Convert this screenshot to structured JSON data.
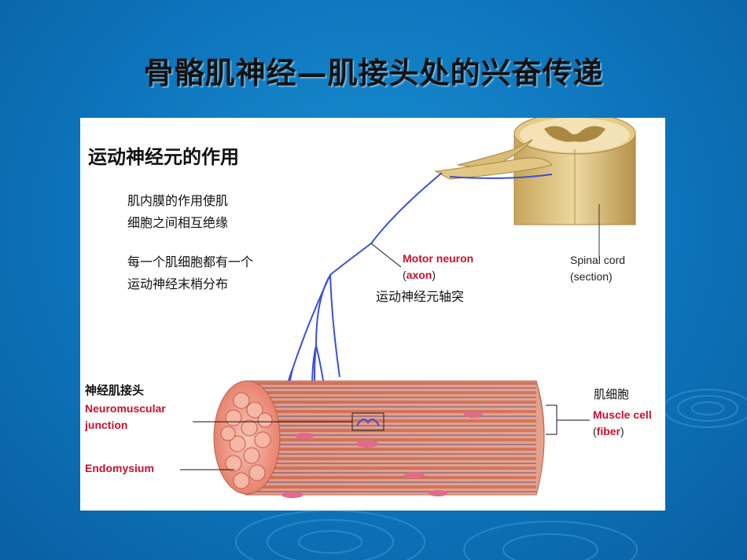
{
  "slide": {
    "title": "骨骼肌神经—肌接头处的兴奋传递"
  },
  "figure": {
    "heading": "运动神经元的作用",
    "note1_line1": "肌内膜的作用使肌",
    "note1_line2": "细胞之间相互绝缘",
    "note2_line1": "每一个肌细胞都有一个",
    "note2_line2": "运动神经末梢分布",
    "motor_neuron": "Motor neuron",
    "axon_open": "(",
    "axon": "axon",
    "axon_close": ")",
    "axon_cn": "运动神经元轴突",
    "spinal_cord_line1": "Spinal cord",
    "spinal_cord_line2": "(section)",
    "nmj_cn": "神经肌接头",
    "nmj_line1": "Neuromuscular",
    "nmj_line2": "junction",
    "endomysium": "Endomysium",
    "muscle_cell_cn": "肌细胞",
    "muscle_cell": "Muscle cell",
    "fiber_open": "(",
    "fiber": "fiber",
    "fiber_close": ")"
  },
  "colors": {
    "background": "#0d74bb",
    "label_red": "#c8102e",
    "nerve_blue": "#3a4fd8",
    "spinal_tan": "#e0c98a",
    "muscle_pink": "#e8a58a"
  }
}
